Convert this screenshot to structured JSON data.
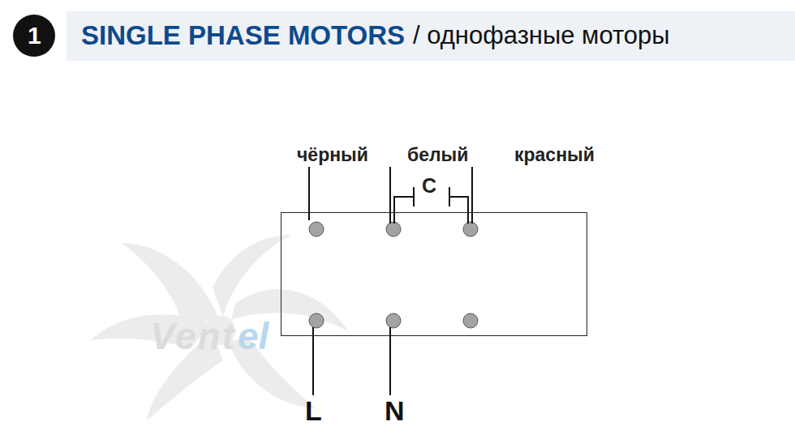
{
  "diagram": {
    "title": "SINGLE PHASE MOTORS",
    "labels": [
      "1",
      "/ однофазные моторы",
      "чёрный",
      "белый",
      "красный",
      "C",
      "L",
      "N",
      "Vent",
      "el"
    ]
  }
}
